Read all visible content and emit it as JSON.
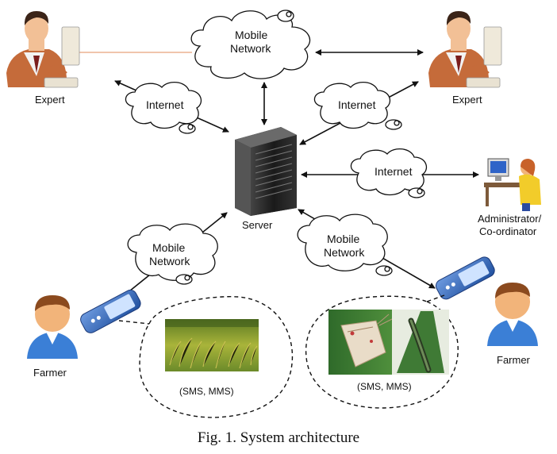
{
  "nodes": {
    "expert_left": "Expert",
    "expert_right": "Expert",
    "server": "Server",
    "admin_line1": "Administrator/",
    "admin_line2": "Co-ordinator",
    "farmer_left": "Farmer",
    "farmer_right": "Farmer"
  },
  "networks": {
    "mobile_top_line1": "Mobile",
    "mobile_top_line2": "Network",
    "internet_left": "Internet",
    "internet_right": "Internet",
    "internet_admin": "Internet",
    "mobile_left_line1": "Mobile",
    "mobile_left_line2": "Network",
    "mobile_right_line1": "Mobile",
    "mobile_right_line2": "Network"
  },
  "messages": {
    "left": "(SMS, MMS)",
    "right": "(SMS, MMS)"
  },
  "caption": "Fig. 1. System architecture",
  "colors": {
    "arrow": "#111111",
    "expert_link": "#e8a27a",
    "phone_body": "#3a6fc4",
    "farmer_shirt": "#3b7fd6",
    "farmer_skin": "#f2b47a",
    "rice_field": "#8a9e2e"
  }
}
